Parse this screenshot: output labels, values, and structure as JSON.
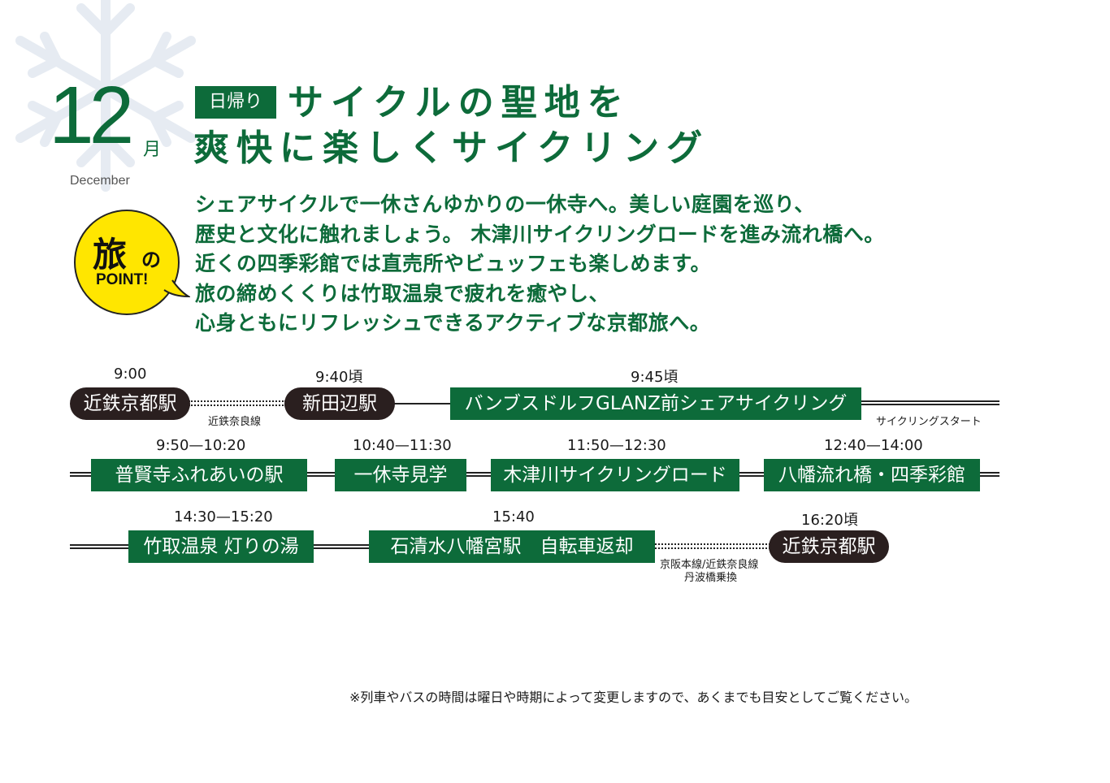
{
  "header": {
    "month_number": "12",
    "month_kanji": "月",
    "month_english": "December",
    "badge": "日帰り",
    "title_line1": "サイクルの聖地を",
    "title_line2": "爽快に楽しくサイクリング"
  },
  "point": {
    "label_kanji": "旅",
    "label_no": "の",
    "label_en": "POINT!"
  },
  "description": [
    "シェアサイクルで一休さんゆかりの一休寺へ。美しい庭園を巡り、",
    "歴史と文化に触れましょう。 木津川サイクリングロードを進み流れ橋へ。",
    "近くの四季彩館では直売所やビュッフェも楽しめます。",
    "旅の締めくくりは竹取温泉で疲れを癒やし、",
    "心身ともにリフレッシュできるアクティブな京都旅へ。"
  ],
  "schedule": {
    "row1": {
      "times": [
        "9:00",
        "9:40頃",
        "9:45頃"
      ],
      "stops": [
        "近鉄京都駅",
        "新田辺駅",
        "バンブスドルフGLANZ前シェアサイクリング"
      ],
      "notes": [
        "近鉄奈良線",
        "サイクリングスタート"
      ]
    },
    "row2": {
      "times": [
        "9:50—10:20",
        "10:40—11:30",
        "11:50—12:30",
        "12:40—14:00"
      ],
      "stops": [
        "普賢寺ふれあいの駅",
        "一休寺見学",
        "木津川サイクリングロード",
        "八幡流れ橋・四季彩館"
      ]
    },
    "row3": {
      "times": [
        "14:30—15:20",
        "15:40",
        "16:20頃"
      ],
      "stops": [
        "竹取温泉 灯りの湯",
        "石清水八幡宮駅　自転車返却",
        "近鉄京都駅"
      ],
      "notes": [
        "京阪本線/近鉄奈良線",
        "丹波橋乗換"
      ]
    }
  },
  "footnote": "※列車やバスの時間は曜日や時期によって変更しますので、あくまでも目安としてご覧ください。",
  "colors": {
    "green": "#0d6b3a",
    "dark": "#2a1f1f",
    "yellow": "#ffe600"
  }
}
